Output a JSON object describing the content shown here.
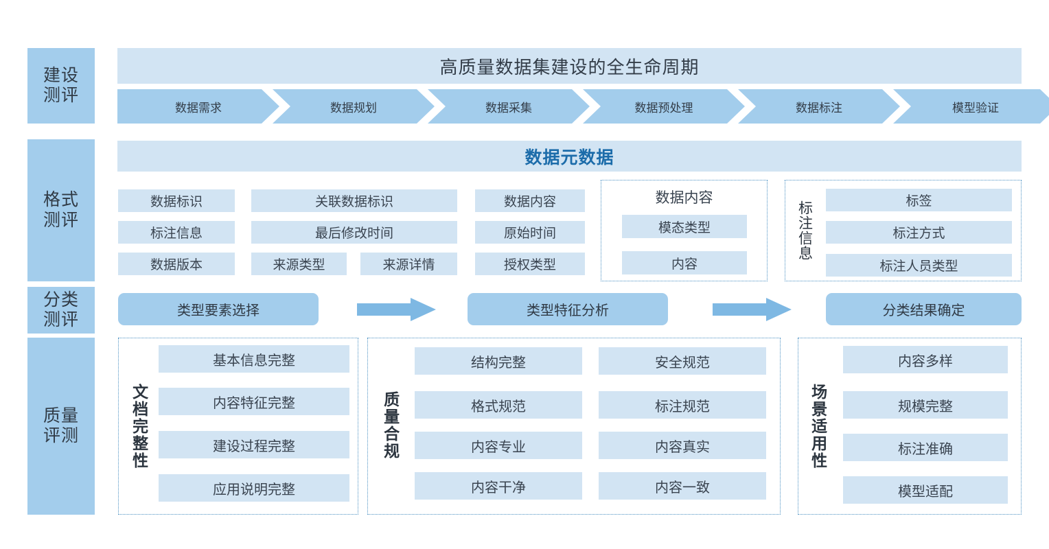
{
  "sections": [
    {
      "key": "construction",
      "label": "建设\n测评"
    },
    {
      "key": "format",
      "label": "格式\n测评"
    },
    {
      "key": "classify",
      "label": "分类\n测评"
    },
    {
      "key": "quality",
      "label": "质量\n评测"
    }
  ],
  "lifecycle": {
    "banner": "高质量数据集建设的全生命周期",
    "stages": [
      "数据需求",
      "数据规划",
      "数据采集",
      "数据预处理",
      "数据标注",
      "模型验证"
    ]
  },
  "metadata": {
    "banner": "数据元数据",
    "col1": [
      "数据标识",
      "标注信息",
      "数据版本"
    ],
    "col2": [
      "关联数据标识",
      "最后修改时间"
    ],
    "col2_row3": [
      "来源类型",
      "来源详情"
    ],
    "col3": [
      "数据内容",
      "原始时间",
      "授权类型"
    ],
    "content_group": {
      "title": "数据内容",
      "items": [
        "模态类型",
        "内容"
      ]
    },
    "annotation_group": {
      "title": "标注信息",
      "items": [
        "标签",
        "标注方式",
        "标注人员类型"
      ]
    }
  },
  "classification": {
    "steps": [
      "类型要素选择",
      "类型特征分析",
      "分类结果确定"
    ],
    "arrow_icon": "right-arrow-icon"
  },
  "quality": {
    "groups": [
      {
        "title": "文档完整性",
        "columns": [
          [
            "基本信息完整",
            "内容特征完整",
            "建设过程完整",
            "应用说明完整"
          ]
        ]
      },
      {
        "title": "质量合规",
        "columns": [
          [
            "结构完整",
            "格式规范",
            "内容专业",
            "内容干净"
          ],
          [
            "安全规范",
            "标注规范",
            "内容真实",
            "内容一致"
          ]
        ]
      },
      {
        "title": "场景适用性",
        "columns": [
          [
            "内容多样",
            "规模完整",
            "标注准确",
            "模型适配"
          ]
        ]
      }
    ]
  },
  "colors": {
    "accent_dark": "#1C6CAA",
    "fill_light": "#D2E4F3",
    "fill_medium": "#A3CDEC",
    "dotted_border": "#4A90C2",
    "text": "#3A4450"
  }
}
